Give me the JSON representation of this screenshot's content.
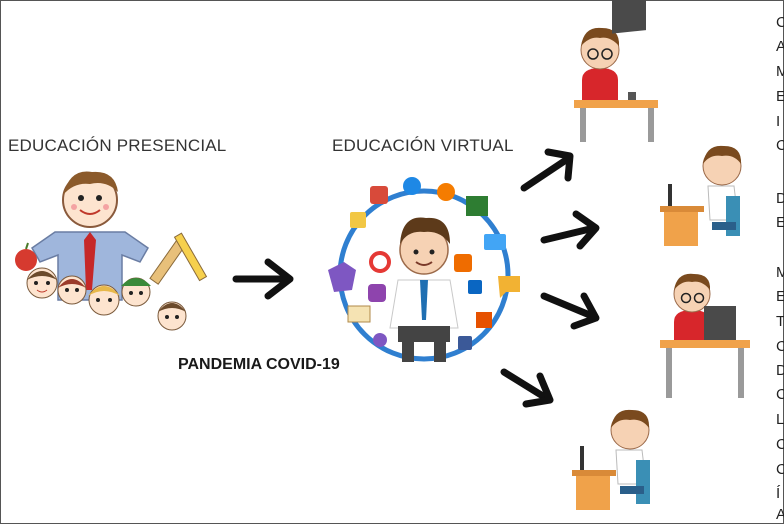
{
  "labels": {
    "presencial": "EDUCACIÓN PRESENCIAL",
    "virtual": "EDUCACIÓN VIRTUAL",
    "pandemia": "PANDEMIA COVID-19"
  },
  "right_column_letters": [
    "C",
    "A",
    "M",
    "E",
    "I",
    "C",
    "D",
    "E",
    "M",
    "E",
    "T",
    "C",
    "D",
    "C",
    "L",
    "C",
    "C",
    "Í",
    "A"
  ],
  "colors": {
    "arrow": "#111111",
    "circle": "#2f7fd0",
    "shirt_red": "#d7262b",
    "desk": "#f0a24a",
    "chair": "#3a8fb5"
  }
}
